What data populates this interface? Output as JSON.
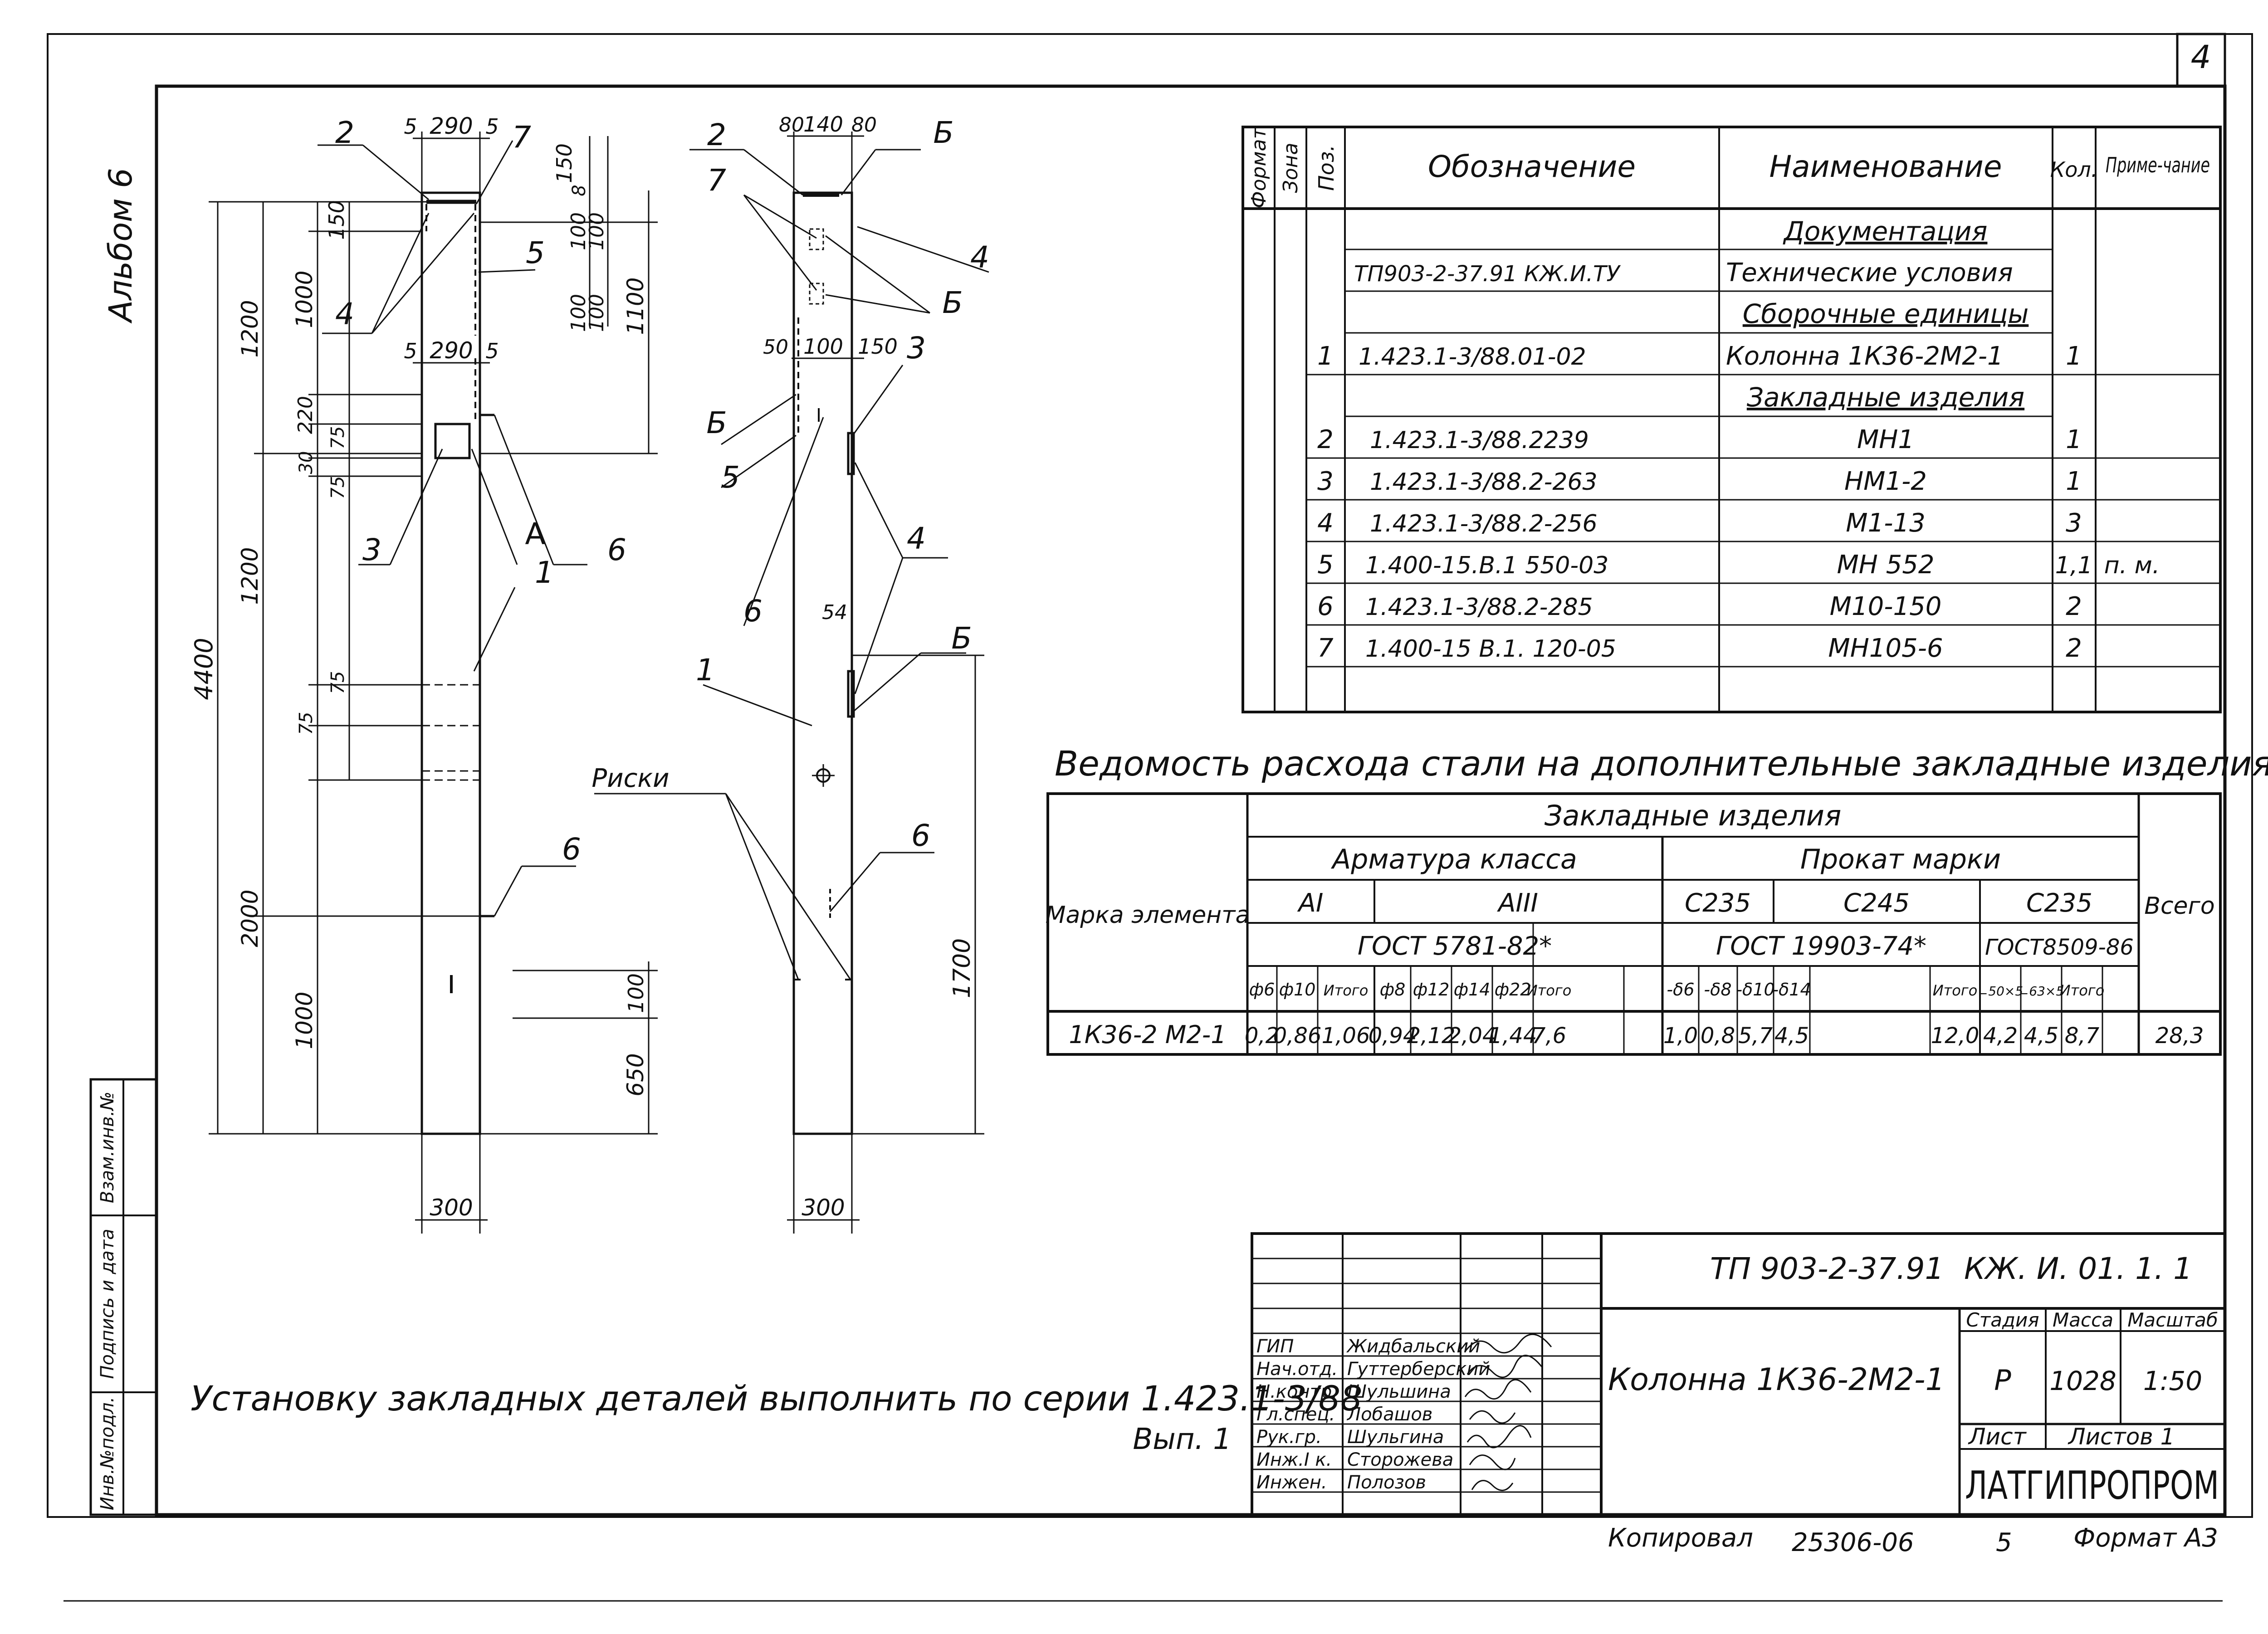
{
  "sheet": {
    "sheet_number": "4",
    "album": "Альбом 6",
    "footer_copied": "Копировал",
    "footer_code": "25306-06",
    "footer_num": "5",
    "footer_format": "Формат А3",
    "note_line1": "Установку закладных деталей выполнить по серии 1.423.1-3/88",
    "note_line2": "Вып. 1",
    "side_stamp": [
      "Инв.№подл.",
      "Подпись и дата",
      "Взам.инв.№"
    ]
  },
  "drawing": {
    "front_dims": {
      "top": [
        "5",
        "290",
        "5"
      ],
      "top_right": [
        "150",
        "8",
        "100",
        "100",
        "100",
        "100"
      ],
      "mid": [
        "5",
        "290",
        "5"
      ],
      "vert_left": [
        "1200",
        "1000",
        "150",
        "220",
        "30",
        "75",
        "75",
        "1200",
        "4400",
        "75",
        "75",
        "2000",
        "1000"
      ],
      "right": [
        "1100",
        "100",
        "650"
      ],
      "bottom": "300"
    },
    "front_labels": [
      "2",
      "7",
      "5",
      "4",
      "3",
      "A",
      "6",
      "1",
      "6"
    ],
    "side_dims": {
      "top": [
        "80",
        "140",
        "80"
      ],
      "mid": [
        "50",
        "100",
        "150"
      ],
      "right_small": "54",
      "right": "1700",
      "bottom": "300"
    },
    "side_labels": [
      "2",
      "Б",
      "7",
      "4",
      "Б",
      "Б",
      "3",
      "5",
      "4",
      "6",
      "Б",
      "1",
      "6"
    ],
    "marks_label": "Риски"
  },
  "spec": {
    "headers": [
      "Формат",
      "Зона",
      "Поз.",
      "Обозначение",
      "Наименование",
      "Кол.",
      "Приме-чание"
    ],
    "rows": [
      {
        "pos": "",
        "designation": "",
        "name": "Документация",
        "qty": "",
        "note": "",
        "section": true
      },
      {
        "pos": "",
        "designation": "ТП903-2-37.91 КЖ.И.ТУ",
        "name": "Технические условия",
        "qty": "",
        "note": ""
      },
      {
        "pos": "",
        "designation": "",
        "name": "Сборочные единицы",
        "qty": "",
        "note": "",
        "section": true
      },
      {
        "pos": "1",
        "designation": "1.423.1-3/88.01-02",
        "name": "Колонна 1К36-2М2-1",
        "qty": "1",
        "note": ""
      },
      {
        "pos": "",
        "designation": "",
        "name": "Закладные изделия",
        "qty": "",
        "note": "",
        "section": true
      },
      {
        "pos": "2",
        "designation": "1.423.1-3/88.2239",
        "name": "МН1",
        "qty": "1",
        "note": ""
      },
      {
        "pos": "3",
        "designation": "1.423.1-3/88.2-263",
        "name": "НМ1-2",
        "qty": "1",
        "note": ""
      },
      {
        "pos": "4",
        "designation": "1.423.1-3/88.2-256",
        "name": "М1-13",
        "qty": "3",
        "note": ""
      },
      {
        "pos": "5",
        "designation": "1.400-15.В.1 550-03",
        "name": "МН 552",
        "qty": "1,1",
        "note": "п. м."
      },
      {
        "pos": "6",
        "designation": "1.423.1-3/88.2-285",
        "name": "М10-150",
        "qty": "2",
        "note": ""
      },
      {
        "pos": "7",
        "designation": "1.400-15 В.1. 120-05",
        "name": "МН105-6",
        "qty": "2",
        "note": ""
      }
    ]
  },
  "steel": {
    "title": "Ведомость расхода стали на дополнительные закладные изделия, кг",
    "col_mark": "Марка элемента",
    "col_total": "Всего",
    "group_embedded": "Закладные изделия",
    "group_rebar": "Арматура класса",
    "group_rolled": "Прокат марки",
    "class_a1": "АI",
    "class_a3": "АIII",
    "grade1": "С235",
    "grade2": "С245",
    "grade3": "С235",
    "gost1": "ГОСТ 5781-82*",
    "gost2": "ГОСТ 19903-74*",
    "gost3": "ГОСТ8509-86",
    "sub": [
      "ф6",
      "ф10",
      "Итого",
      "ф8",
      "ф12",
      "ф14",
      "ф22",
      "Итого",
      "-δ6",
      "-δ8",
      "-δ10",
      "-δ14",
      "",
      "Итого",
      "∟50×5",
      "∟63×5",
      "Итого"
    ],
    "row_mark": "1К36-2 М2-1",
    "row_values": [
      "0,2",
      "0,86",
      "1,06",
      "0,94",
      "2,12",
      "2,04",
      "1,44",
      "7,6",
      "1,0",
      "0,8",
      "5,7",
      "4,5",
      "",
      "12,0",
      "4,2",
      "4,5",
      "8,7"
    ],
    "row_total": "28,3"
  },
  "title_block": {
    "doc_code": "ТП 903-2-37.91",
    "doc_mark": "КЖ. И. 01. 1. 1",
    "object": "Колонна 1К36-2М2-1",
    "stage_label": "Стадия",
    "mass_label": "Масса",
    "scale_label": "Масштаб",
    "stage": "Р",
    "mass": "1028",
    "scale": "1:50",
    "sheet_label": "Лист",
    "sheets_label": "Листов 1",
    "org": "ЛАТГИПРОПРОМ",
    "roles": [
      "ГИП",
      "Нач.отд.",
      "Н.контр.",
      "Гл.спец.",
      "Рук.гр.",
      "Инж.I к.",
      "Инжен."
    ],
    "names": [
      "Жидбальский",
      "Гуттерберский",
      "Шульшина",
      "Лобашов",
      "Шульгина",
      "Сторожева",
      "Полозов"
    ]
  }
}
